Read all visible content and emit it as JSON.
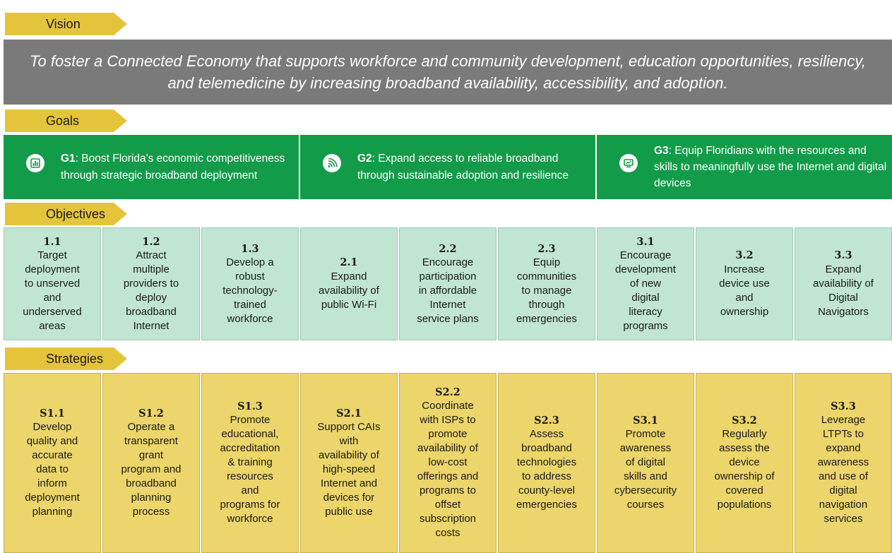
{
  "labels": {
    "vision": "Vision",
    "goals": "Goals",
    "objectives": "Objectives",
    "strategies": "Strategies"
  },
  "vision_text": "To foster a Connected Economy that supports workforce and community development, education opportunities, resiliency, and telemedicine by increasing broadband availability, accessibility, and adoption.",
  "goals": [
    {
      "id": "G1",
      "text": ": Boost Florida's economic competitiveness through strategic broadband deployment",
      "icon": "bar-chart-icon"
    },
    {
      "id": "G2",
      "text": ": Expand access to reliable broadband through sustainable adoption and resilience",
      "icon": "wifi-signal-icon"
    },
    {
      "id": "G3",
      "text": ": Equip Floridians with the resources and skills to meaningfully use the Internet and digital devices",
      "icon": "presentation-screen-icon"
    }
  ],
  "objectives": [
    {
      "num": "1.1",
      "text": "Target\ndeployment\nto unserved\nand\nunderserved\nareas"
    },
    {
      "num": "1.2",
      "text": "Attract\nmultiple\nproviders to\ndeploy\nbroadband\nInternet"
    },
    {
      "num": "1.3",
      "text": "Develop a\nrobust\ntechnology-\ntrained\nworkforce"
    },
    {
      "num": "2.1",
      "text": "Expand\navailability of\npublic Wi-Fi"
    },
    {
      "num": "2.2",
      "text": "Encourage\nparticipation\nin affordable\nInternet\nservice plans"
    },
    {
      "num": "2.3",
      "text": "Equip\ncommunities\nto manage\nthrough\nemergencies"
    },
    {
      "num": "3.1",
      "text": "Encourage\ndevelopment\nof new\ndigital\nliteracy\nprograms"
    },
    {
      "num": "3.2",
      "text": "Increase\ndevice use\nand\nownership"
    },
    {
      "num": "3.3",
      "text": "Expand\navailability of\nDigital\nNavigators"
    }
  ],
  "strategies": [
    {
      "num": "S1.1",
      "text": "Develop\nquality and\naccurate\ndata to\ninform\ndeployment\nplanning"
    },
    {
      "num": "S1.2",
      "text": "Operate a\ntransparent\ngrant\nprogram and\nbroadband\nplanning\nprocess"
    },
    {
      "num": "S1.3",
      "text": "Promote\neducational,\naccreditation\n& training\nresources\nand\nprograms for\nworkforce"
    },
    {
      "num": "S2.1",
      "text": "Support CAIs\nwith\navailability of\nhigh-speed\nInternet and\ndevices for\npublic use"
    },
    {
      "num": "S2.2",
      "text": "Coordinate\nwith ISPs to\npromote\navailability of\nlow-cost\nofferings and\nprograms to\noffset\nsubscription\ncosts"
    },
    {
      "num": "S2.3",
      "text": "Assess\nbroadband\ntechnologies\nto address\ncounty-level\nemergencies"
    },
    {
      "num": "S3.1",
      "text": "Promote\nawareness\nof digital\nskills and\ncybersecurity\ncourses"
    },
    {
      "num": "S3.2",
      "text": "Regularly\nassess the\ndevice\nownership of\ncovered\npopulations"
    },
    {
      "num": "S3.3",
      "text": "Leverage\nLTPTs to\nexpand\nawareness\nand use of\ndigital\nnavigation\nservices"
    }
  ],
  "colors": {
    "label_chevron": "#e4c43a",
    "vision_band": "#7a7a7a",
    "goal": "#129c49",
    "objective": "#c1e5d3",
    "strategy": "#ecd56a"
  }
}
